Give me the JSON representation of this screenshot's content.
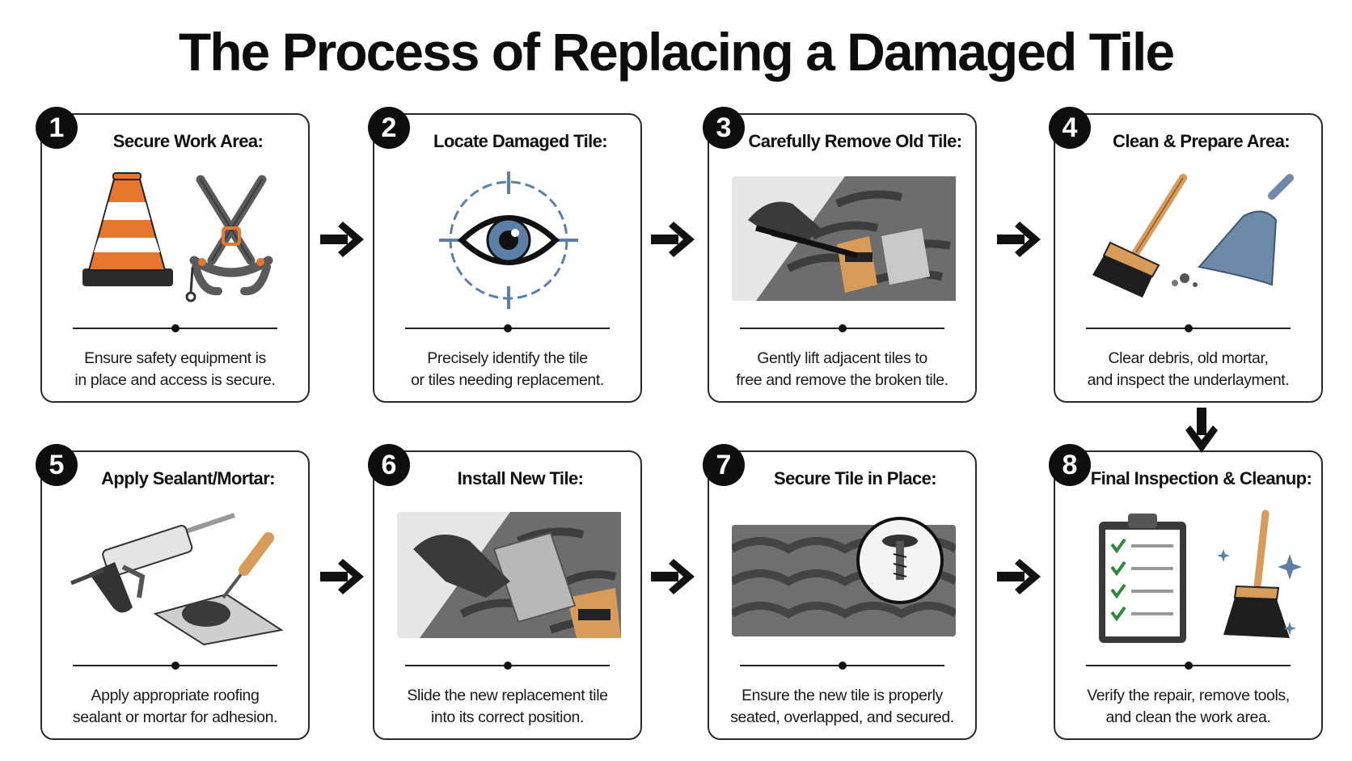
{
  "title": "The Process of Replacing a Damaged Tile",
  "steps": [
    {
      "number": "1",
      "heading": "Secure Work Area:",
      "line1": "Ensure safety equipment is",
      "line2": "in place and access is secure."
    },
    {
      "number": "2",
      "heading": "Locate Damaged Tile:",
      "line1": "Precisely identify the tile",
      "line2": "or tiles needing replacement."
    },
    {
      "number": "3",
      "heading": "Carefully Remove Old Tile:",
      "line1": "Gently lift adjacent tiles to",
      "line2": "free and remove the broken tile."
    },
    {
      "number": "4",
      "heading": "Clean & Prepare Area:",
      "line1": "Clear debris, old mortar,",
      "line2": "and inspect the underlayment."
    },
    {
      "number": "5",
      "heading": "Apply Sealant/Mortar:",
      "line1": "Apply appropriate roofing",
      "line2": "sealant or mortar for adhesion."
    },
    {
      "number": "6",
      "heading": "Install New Tile:",
      "line1": "Slide the new replacement tile",
      "line2": "into its correct position."
    },
    {
      "number": "7",
      "heading": "Secure Tile in Place:",
      "line1": "Ensure the new tile is properly",
      "line2": "seated, overlapped, and secured."
    },
    {
      "number": "8",
      "heading": "Final Inspection & Cleanup:",
      "line1": "Verify the repair, remove tools,",
      "line2": "and clean the work area."
    }
  ],
  "icons": {
    "step1": [
      "traffic-cone-icon",
      "safety-harness-icon"
    ],
    "step2": [
      "eye-target-icon"
    ],
    "step3": [
      "tile-removal-icon"
    ],
    "step4": [
      "broom-icon",
      "dustpan-icon"
    ],
    "step5": [
      "caulk-gun-icon",
      "trowel-icon"
    ],
    "step6": [
      "tile-install-icon"
    ],
    "step7": [
      "screw-fastener-icon"
    ],
    "step8": [
      "checklist-clipboard-icon",
      "broom-icon"
    ]
  },
  "colors": {
    "cone_orange": "#e8772e",
    "eye_blue": "#5b7fa6",
    "check_green": "#2f8a3b",
    "dustpan_blue": "#6f8aa8",
    "wood": "#d79b5a"
  }
}
